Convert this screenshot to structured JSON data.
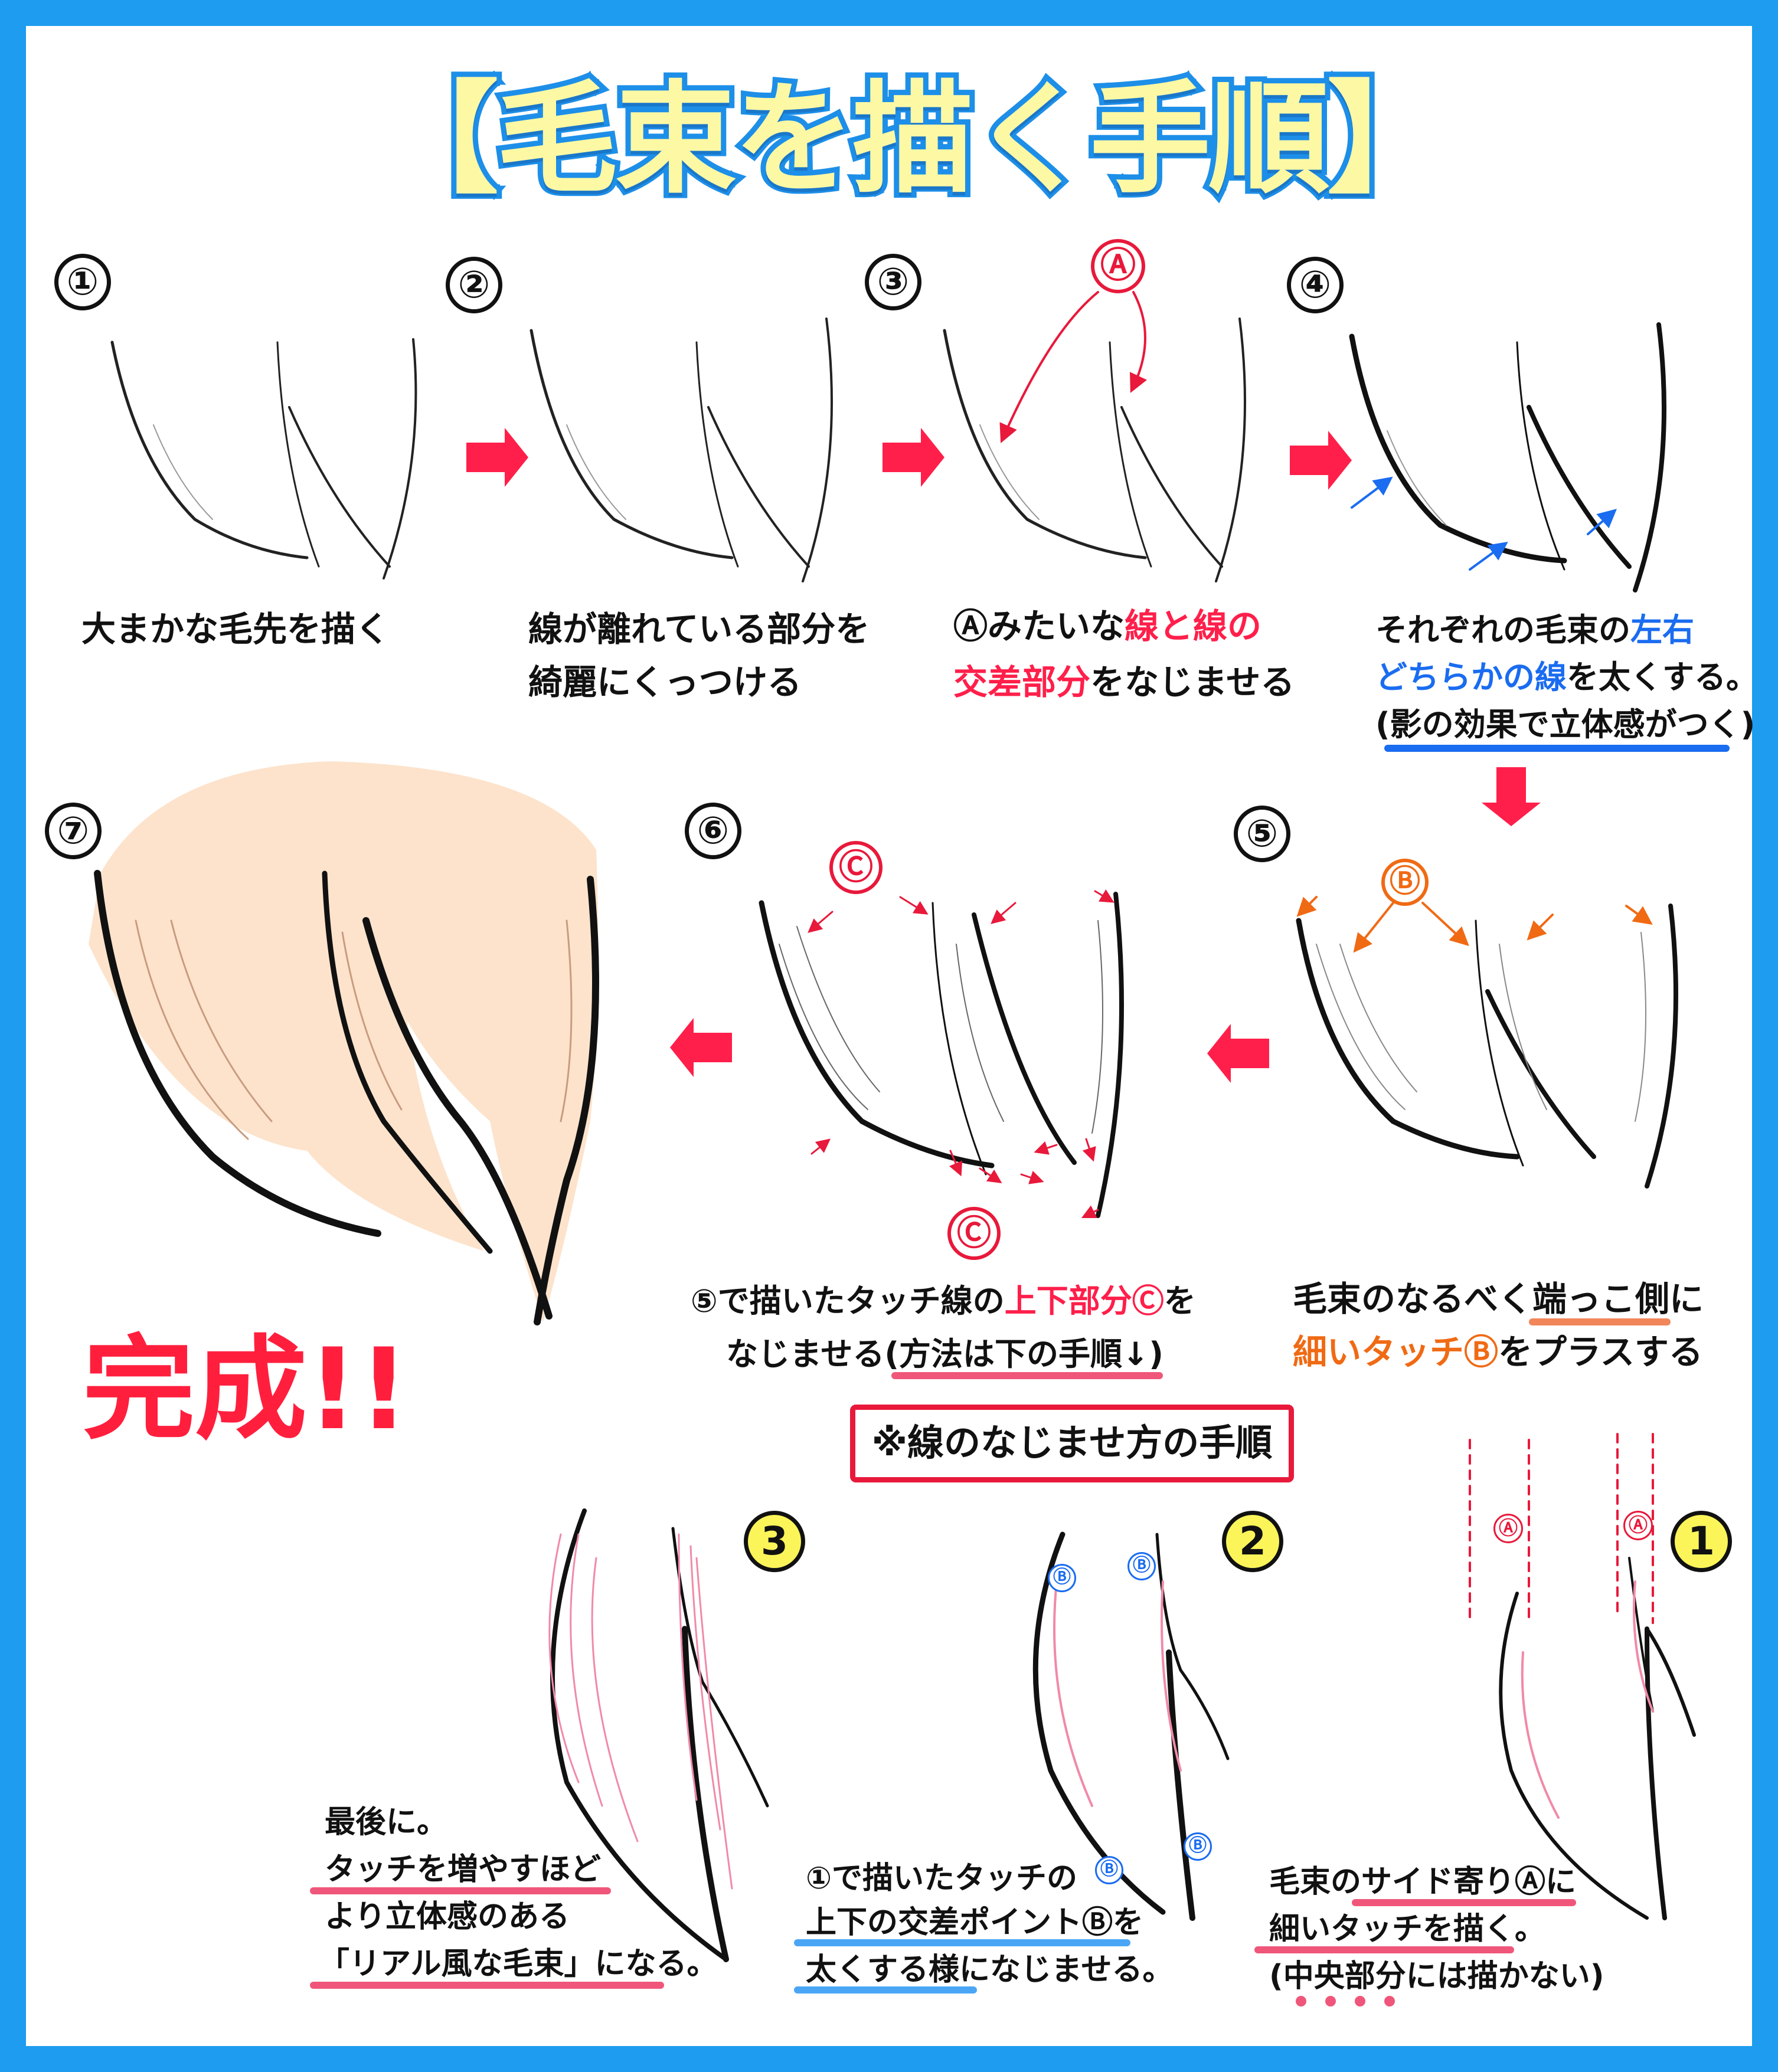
{
  "title": "【毛束を描く手順】",
  "steps": {
    "s1": {
      "num": "①",
      "caption": "大まかな毛先を描く"
    },
    "s2": {
      "num": "②",
      "caption1": "線が離れている部分を",
      "caption2": "綺麗にくっつける"
    },
    "s3": {
      "num": "③",
      "marker": "Ⓐ",
      "caption1a": "Ⓐみたいな",
      "caption1b": "線と線の",
      "caption2a": "交差部分",
      "caption2b": "をなじませる"
    },
    "s4": {
      "num": "④",
      "caption1a": "それぞれの毛束の",
      "caption1b": "左右",
      "caption2a": "どちらかの線",
      "caption2b": "を太くする。",
      "caption3": "(影の効果で立体感がつく)"
    },
    "s5": {
      "num": "⑤",
      "marker": "Ⓑ",
      "caption1a": "毛束のなるべく",
      "caption1b": "端っこ側",
      "caption1c": "に",
      "caption2a": "細いタッチⒷ",
      "caption2b": "をプラスする"
    },
    "s6": {
      "num": "⑥",
      "marker": "Ⓒ",
      "caption1a": "⑤で描いたタッチ線の",
      "caption1b": "上下部分Ⓒ",
      "caption1c": "を",
      "caption2": "なじませる(方法は下の手順↓)"
    },
    "s7": {
      "num": "⑦"
    }
  },
  "complete": "完成!!",
  "method": {
    "heading": "※線のなじませ方の手順",
    "m1": {
      "num": "1",
      "markA": "Ⓐ",
      "line1": "毛束のサイド寄りⒶに",
      "line2": "細いタッチを描く。",
      "line3": "(中央部分には描かない)"
    },
    "m2": {
      "num": "2",
      "markB": "Ⓑ",
      "line1": "①で描いたタッチの",
      "line2": "上下の交差ポイントⒷを",
      "line3": "太くする様になじませる。"
    },
    "m3": {
      "num": "3",
      "line1": "最後に。",
      "line2": "タッチを増やすほど",
      "line3": "より立体感のある",
      "line4": "「リアル風な毛束」になる。"
    }
  },
  "colors": {
    "frame": "#1d9cf0",
    "arrow_red": "#ff1f4a",
    "accent_blue": "#1a6cf0",
    "accent_orange": "#f06a14",
    "hair_fill": "#fde3cc",
    "yellow_badge": "#fbf55a"
  }
}
